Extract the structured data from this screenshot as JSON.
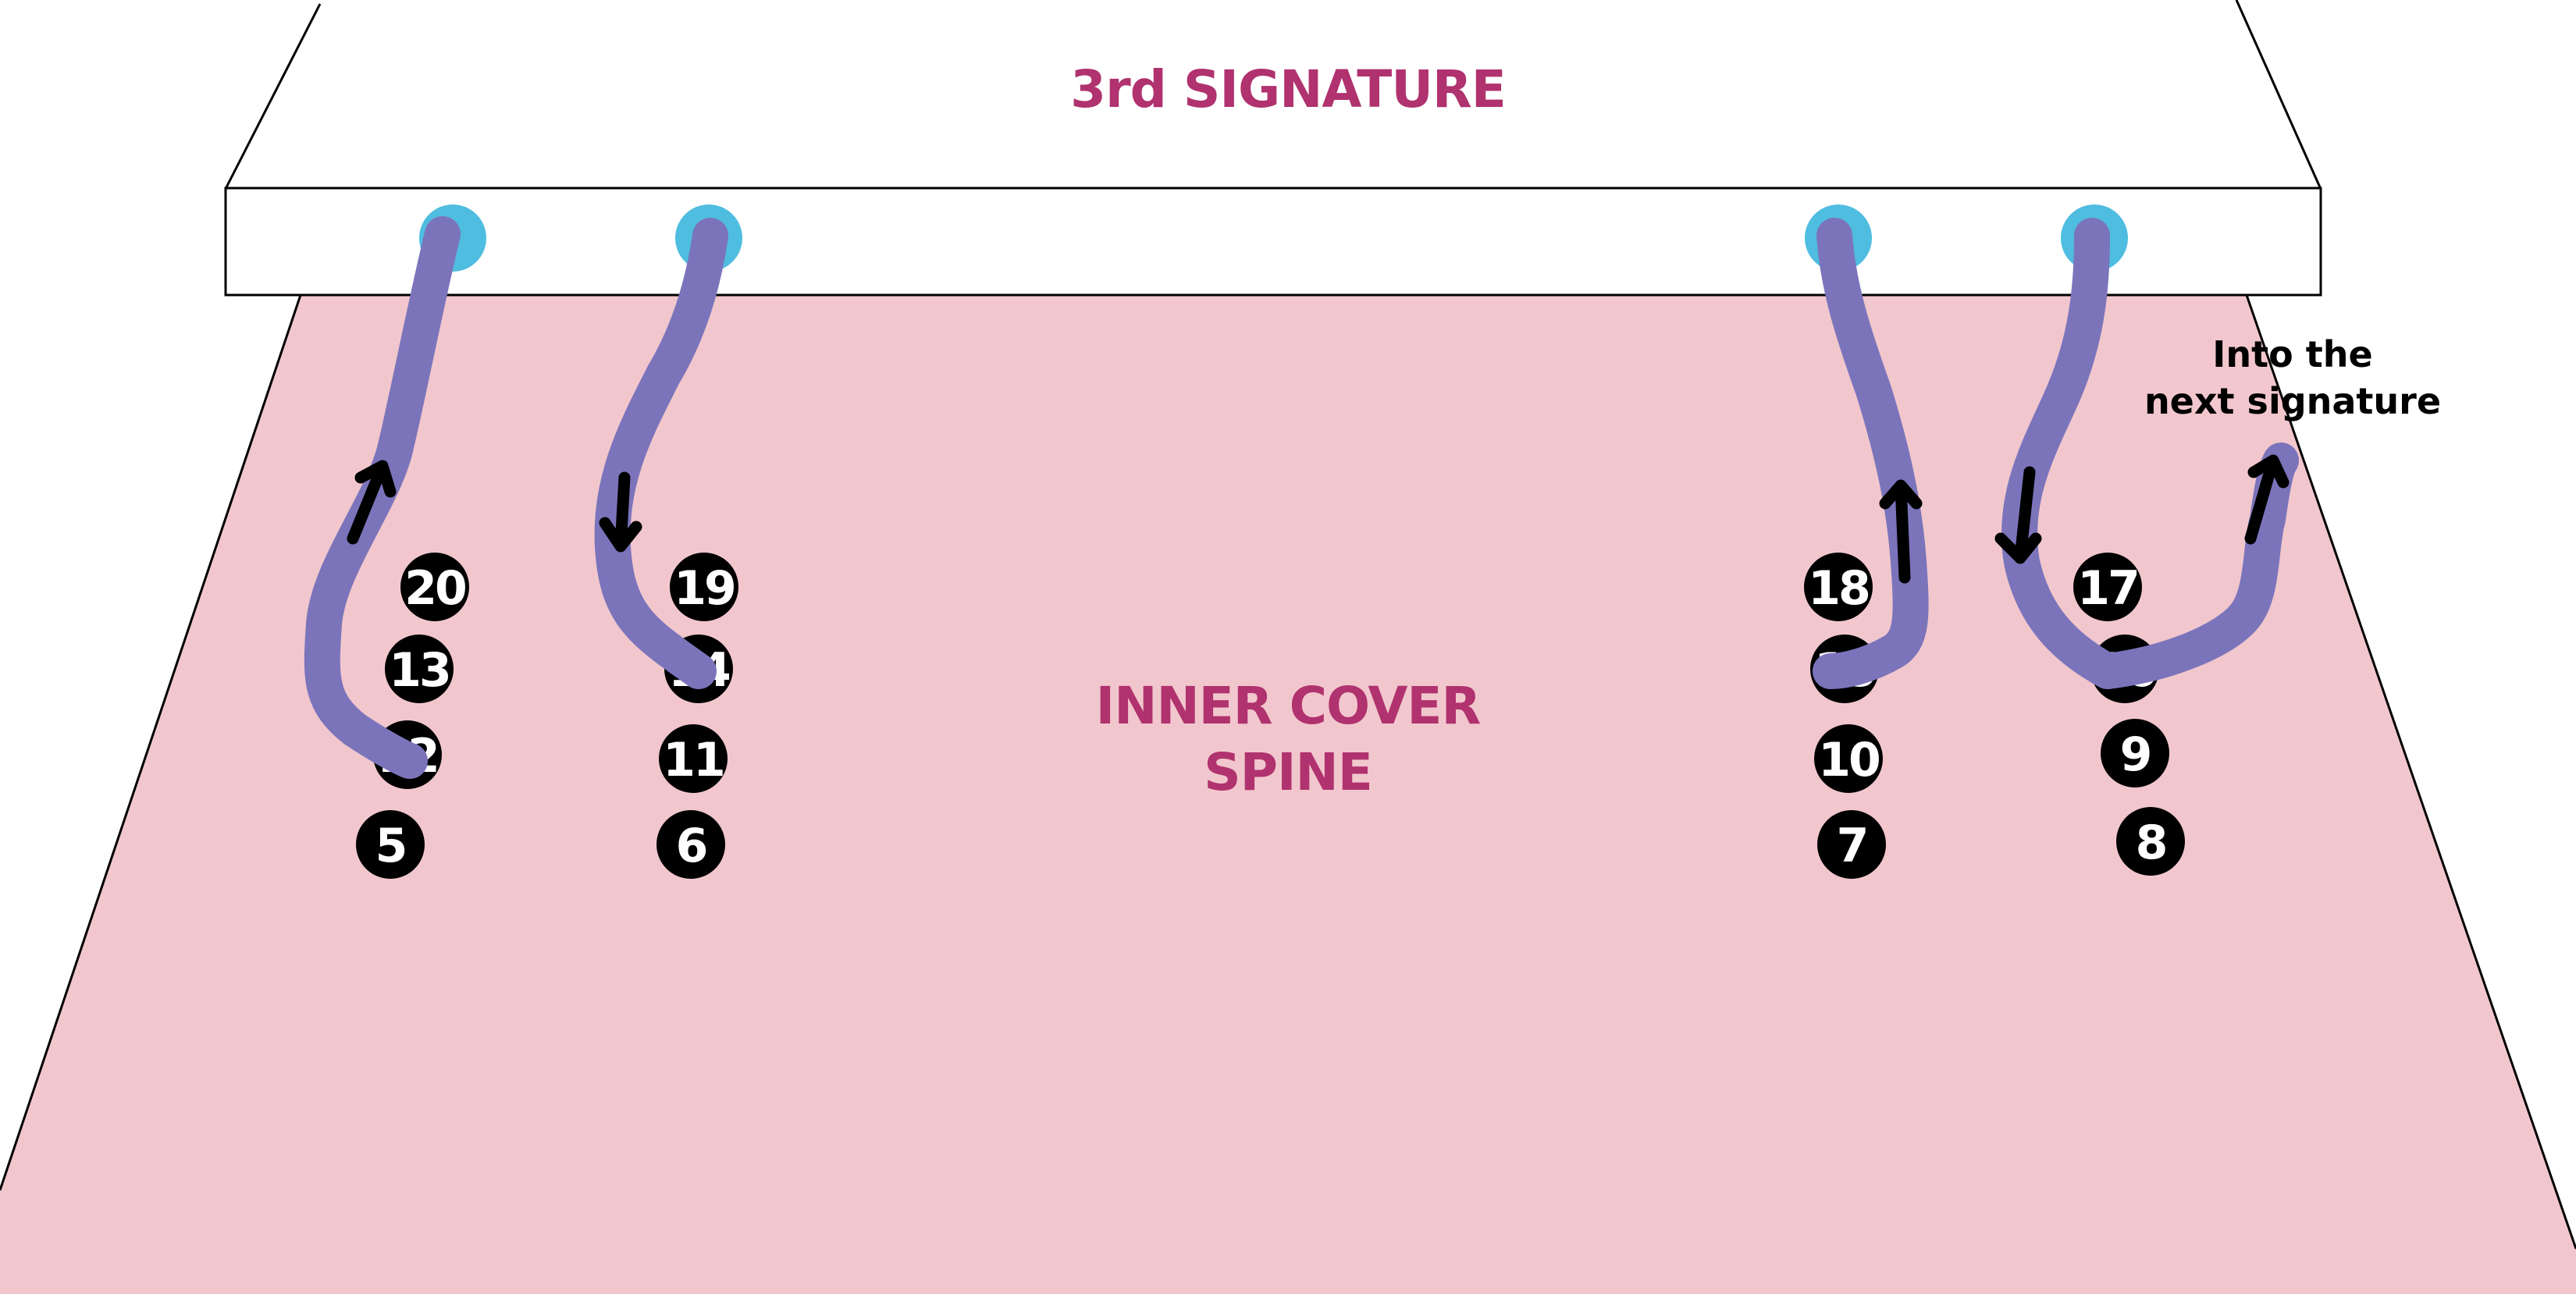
{
  "diagram": {
    "title": "3rd SIGNATURE",
    "center_label": [
      "INNER COVER",
      "SPINE"
    ],
    "note": [
      "Into the",
      "next signature"
    ],
    "colors": {
      "spine_fill": "#f1c7cd",
      "label_color": "#b0326e",
      "thread": "#7b74bb",
      "hole": "#4fbde0",
      "marker": "#000000"
    },
    "markers": {
      "col1": [
        "20",
        "13",
        "12",
        "5"
      ],
      "col2": [
        "19",
        "14",
        "11",
        "6"
      ],
      "col3": [
        "18",
        "15",
        "10",
        "7"
      ],
      "col4": [
        "17",
        "16",
        "9",
        "8"
      ]
    }
  }
}
